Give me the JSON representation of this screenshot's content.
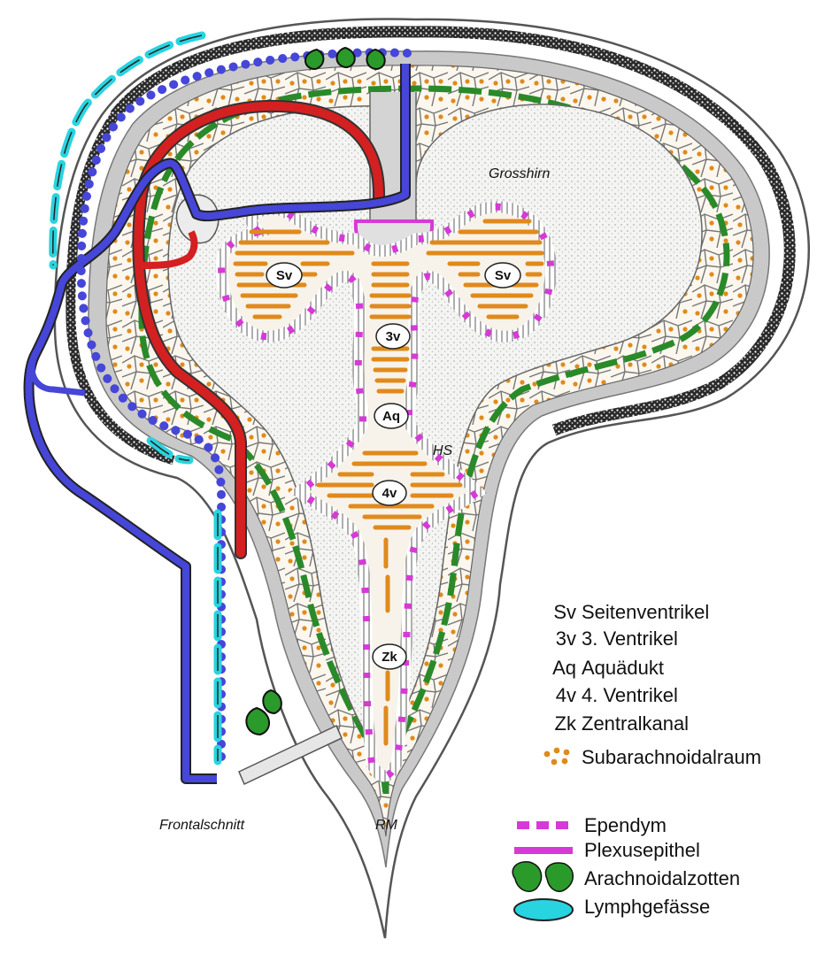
{
  "diagram": {
    "region_labels": {
      "grosshirn": "Grosshirn",
      "hs": "HS",
      "rm": "RM",
      "frontalschnitt": "Frontalschnitt"
    },
    "ventricle_labels": {
      "sv_left": "Sv",
      "sv_right": "Sv",
      "v3": "3v",
      "aq": "Aq",
      "v4": "4v",
      "zk": "Zk"
    },
    "colors": {
      "ependym": "#d63ad6",
      "plexusepithel": "#d63ad6",
      "arachnoidalzotten": "#2a9a2a",
      "lymphgefaesse": "#28d4e0",
      "vein": "#4646d8",
      "artery": "#d42020",
      "csf_ventricle": "#e08a1c",
      "pia": "#2a8a2a"
    }
  },
  "legend": {
    "abbreviations": [
      {
        "abbr": "Sv",
        "text": "Seitenventrikel"
      },
      {
        "abbr": "3v",
        "text": "3. Ventrikel"
      },
      {
        "abbr": "Aq",
        "text": "Aquädukt"
      },
      {
        "abbr": "4v",
        "text": "4. Ventrikel"
      },
      {
        "abbr": "Zk",
        "text": "Zentralkanal"
      }
    ],
    "subarachnoid": "Subarachnoidalraum",
    "symbols": [
      {
        "icon": "dashed-magenta-line-icon",
        "text": "Ependym"
      },
      {
        "icon": "solid-magenta-line-icon",
        "text": "Plexusepithel"
      },
      {
        "icon": "green-villi-icon",
        "text": "Arachnoidalzotten"
      },
      {
        "icon": "cyan-oval-icon",
        "text": "Lymphgefässe"
      }
    ]
  }
}
